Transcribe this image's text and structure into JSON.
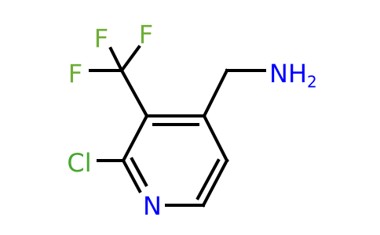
{
  "atoms": {
    "f_top_left": "F",
    "f_top_right": "F",
    "f_left": "F",
    "amine": "NH",
    "amine_subscript": "2",
    "chlorine": "Cl",
    "ring_nitrogen": "N"
  },
  "colors": {
    "bond": "#000000",
    "nitrogen": "#0000ff",
    "fluorine": "#6eae35",
    "chlorine": "#46a82d"
  }
}
